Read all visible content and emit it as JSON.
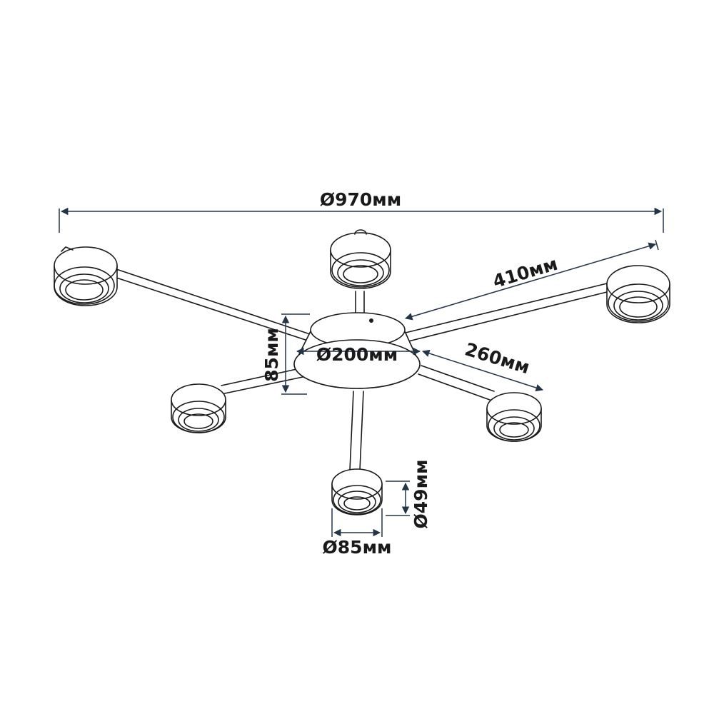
{
  "dimensions": {
    "overall_diameter": "Ø970мм",
    "arm_length_long": "410мм",
    "arm_length_short": "260мм",
    "base_diameter": "Ø200мм",
    "base_height": "85мм",
    "lamp_diameter": "Ø85мм",
    "lamp_height": "Ø49мм"
  },
  "colors": {
    "line": "#1a1a1a",
    "dimension_line": "#243447",
    "background": "#ffffff"
  }
}
